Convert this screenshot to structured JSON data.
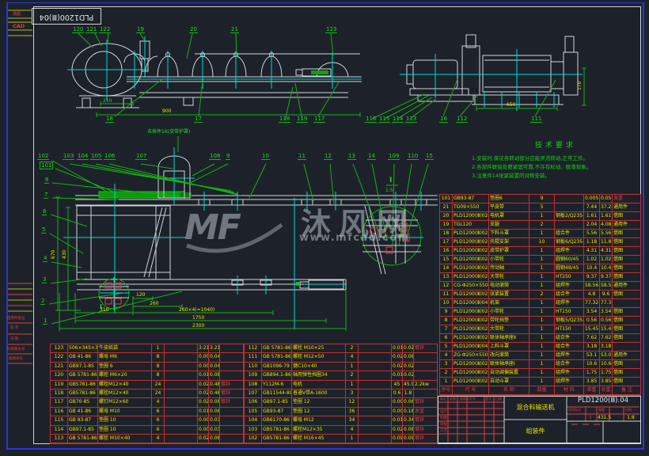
{
  "frame": {
    "title_top": "PLD1200(Ⅲ)04",
    "strip_top_1": "描图",
    "strip_top_2": "CAD",
    "strip_labels": [
      "借用件登记",
      "签 字",
      "日 期",
      "旧底图总号",
      "底图总号"
    ]
  },
  "watermark": {
    "logo": "MF",
    "brand": "沐风网",
    "url": "www.mfcad.com"
  },
  "notes": {
    "top_note": "去掉件16(皮带护罩)"
  },
  "tech": {
    "title": "技术要求",
    "items": [
      "1.安装时,保证各转动部分应能灵活转动,正常工作。",
      "2.各部件联接处要紧固可靠,不许有松动、脱落现象。",
      "3.注意件14张紧装置的对称安装。"
    ]
  },
  "detail": {
    "label": "I",
    "scale": "1:5",
    "source_label": "I"
  },
  "callouts": {
    "top_view": [
      "120",
      "121",
      "122",
      "19",
      "20",
      "21",
      "123",
      "18",
      "17",
      "118",
      "119",
      "117"
    ],
    "right_view": [
      "116",
      "115",
      "114",
      "113",
      "16",
      "112",
      "111"
    ],
    "main_top": [
      "102",
      "101",
      "103",
      "104",
      "105",
      "106",
      "107",
      "108",
      "9",
      "10",
      "11",
      "12",
      "13",
      "14",
      "109",
      "110",
      "15"
    ],
    "main_left": [
      "8",
      "7",
      "6",
      "5",
      "4",
      "3",
      "2",
      "1"
    ]
  },
  "dims": {
    "top_view": {
      "d210": "210",
      "d900": "900"
    },
    "right_view": {
      "d650": "650",
      "d170": "170"
    },
    "main": {
      "v670": "670",
      "v430": "430",
      "d120": "120",
      "d260": "260",
      "d310": "310",
      "d1040": "260×4(=1040)",
      "d1750": "1750",
      "d2300": "2300"
    }
  },
  "bom": {
    "header_rows": [
      [
        "序号",
        "代 号",
        "名 称",
        "数量",
        "材 料",
        "单重",
        "总重",
        "备 注"
      ]
    ],
    "right_rows": [
      [
        "101",
        "GB93-87",
        "垫圈6",
        "9",
        "",
        "0.005",
        "0.05",
        "发蓝",
        "r"
      ],
      [
        "21",
        "TG09×550",
        "平皮带",
        "5",
        "",
        "7.44",
        "37.2",
        "通用件"
      ],
      [
        "20",
        "PLD1200(Ⅲ)02-7",
        "电机罩",
        "1",
        "钢板2/Q235-A",
        "1.61",
        "1.61",
        "借图"
      ],
      [
        "19",
        "TGL120",
        "支腿",
        "2",
        "",
        "2.04",
        "4.08",
        "通用件"
      ],
      [
        "18",
        "PLD1200(Ⅲ)02.09",
        "下料斗罩",
        "1",
        "组合件",
        "5.56",
        "5.56",
        "借图"
      ],
      [
        "17",
        "PLD1200(Ⅲ)02-8",
        "托辊支架",
        "10",
        "钢板6/Q235-A",
        "1.18",
        "11.8",
        "借图"
      ],
      [
        "16",
        "PLD1200(Ⅲ)02.07",
        "皮带护罩",
        "1",
        "组焊件",
        "4.31",
        "4.31",
        "借图"
      ],
      [
        "15",
        "PLD1200(Ⅲ)02-3",
        "小带轮",
        "1",
        "圆钢60/45",
        "1.02",
        "1.02",
        "借图"
      ],
      [
        "14",
        "PLD1200(Ⅲ)02-1",
        "传动轴",
        "1",
        "圆钢48/45",
        "10.4",
        "10.4",
        "借图"
      ],
      [
        "13",
        "PLD1200(Ⅲ)02-2",
        "大带轮",
        "1",
        "HT250",
        "9.37",
        "9.37",
        "借图"
      ],
      [
        "12",
        "CG-Φ250×550",
        "电动滚筒",
        "1",
        "组焊件",
        "58.56",
        "58.56",
        "通用件"
      ],
      [
        "11",
        "PLD1200(Ⅲ)02.04",
        "张紧装置",
        "2",
        "组合件",
        "4.8",
        "9.6",
        "借图"
      ],
      [
        "10",
        "PLD1200(Ⅲ)04.02",
        "机架",
        "1",
        "组焊件",
        "77.32",
        "77.32",
        ""
      ],
      [
        "9",
        "PLD1200(Ⅲ)02-6",
        "小带轮",
        "1",
        "HT150",
        "3.54",
        "3.54",
        "借图"
      ],
      [
        "8",
        "PLD1200(Ⅲ)02-5",
        "带轮挡垫",
        "1",
        "钢板5/Q235-A",
        "0.56",
        "0.56",
        "借图"
      ],
      [
        "7",
        "PLD1200(Ⅲ)02-4",
        "大带轮",
        "1",
        "HT150",
        "15.45",
        "15.45",
        "借图"
      ],
      [
        "6",
        "PLD1200(Ⅲ)02.05",
        "联体轴承座Ⅱ",
        "1",
        "组合件",
        "7.62",
        "7.62",
        "借图"
      ],
      [
        "5",
        "PLD1200(Ⅲ)04.01",
        "上料斗罩",
        "1",
        "组合件",
        "3.18",
        "3.18",
        ""
      ],
      [
        "4",
        "ZG-Φ250×550",
        "改向滚筒",
        "1",
        "组焊件",
        "53.1",
        "53.0",
        "通用件"
      ],
      [
        "3",
        "PLD1200(Ⅲ)02.01",
        "联体轴承座Ⅰ",
        "1",
        "组合件",
        "10.6",
        "10.60",
        "借图"
      ],
      [
        "2",
        "PLD1200(Ⅲ)02.06",
        "自动调偏装置",
        "1",
        "组焊件",
        "1.75",
        "1.75",
        "借图"
      ],
      [
        "1",
        "PLD1200(Ⅲ)02.02",
        "自动斗罩",
        "1",
        "组焊件",
        "3.85",
        "3.85",
        "借图"
      ]
    ],
    "bottom_left_rows": [
      [
        "123",
        "506×345×300",
        "牛皮纸袋",
        "1",
        "",
        "3.21",
        "3.21",
        ""
      ],
      [
        "122",
        "GB 41-86",
        "螺母 M6",
        "8",
        "",
        "0.005",
        "0.04",
        ""
      ],
      [
        "121",
        "GB97.1-85",
        "垫圈 6",
        "8",
        "",
        "0.005",
        "0.04",
        ""
      ],
      [
        "120",
        "GB 5781-86",
        "螺栓 M6×20",
        "8",
        "",
        "0.01",
        "0.08",
        ""
      ],
      [
        "119",
        "GB5781-86",
        "螺栓M12×40",
        "24",
        "",
        "0.02",
        "0.48",
        "镀锌",
        "r"
      ],
      [
        "118",
        "GB5781-86",
        "螺栓M12×40",
        "24",
        "",
        "0.02",
        "0.48",
        "镀锌",
        "r"
      ],
      [
        "117",
        "GB70-85",
        "螺钉M12×60",
        "4",
        "",
        "0.02",
        "0.08",
        "镀锌",
        "r"
      ],
      [
        "116",
        "GB 41-86",
        "螺母 M10",
        "6",
        "",
        "0.01",
        "0.06",
        ""
      ],
      [
        "115",
        "GB 93-87",
        "垫圈 10",
        "6",
        "",
        "0.005",
        "0.03",
        ""
      ],
      [
        "114",
        "GB97.1-85",
        "垫圈 10",
        "6",
        "",
        "0.005",
        "0.03",
        ""
      ],
      [
        "113",
        "GB 5781-86",
        "螺栓 M10×40",
        "4",
        "",
        "0.02",
        "0.08",
        ""
      ]
    ],
    "bottom_right_rows": [
      [
        "112",
        "GB 5781-86",
        "螺栓 M10×25",
        "2",
        "",
        "0.01",
        "0.02",
        "镀锌",
        "r"
      ],
      [
        "111",
        "GB 5781-86",
        "螺栓 M12×50",
        "4",
        "",
        "0.02",
        "0.08",
        ""
      ],
      [
        "110",
        "GB1096-79",
        "键C10×40",
        "1",
        "",
        "0.02",
        "0.02",
        ""
      ],
      [
        "109",
        "GB894.1-86",
        "轴用弹性挡圈34",
        "2",
        "",
        "0.01",
        "0.02",
        ""
      ],
      [
        "108",
        "Y112M-6",
        "电机",
        "1",
        "",
        "45",
        "45.0",
        "2.2kw"
      ],
      [
        "107",
        "GB11544-89",
        "普通V带A-1600",
        "3",
        "",
        "0.6",
        "1.8",
        ""
      ],
      [
        "106",
        "GB97.1-85",
        "垫圈 12",
        "12",
        "",
        "0.005",
        "0.06",
        "镀锌",
        "r"
      ],
      [
        "105",
        "GB93-87",
        "垫圈 12",
        "36",
        "",
        "0.005",
        "0.18",
        "发蓝",
        "r"
      ],
      [
        "104",
        "GB6170-86",
        "螺母 M12",
        "34",
        "",
        "0.01",
        "0.34",
        "镀锌",
        "r"
      ],
      [
        "103",
        "GB5781-86",
        "螺栓M12×35",
        "4",
        "",
        "0.02",
        "0.08",
        "镀锌",
        "r"
      ],
      [
        "102",
        "GB5781-86",
        "螺栓 M16×45",
        "1",
        "",
        "0.09",
        "0.09",
        "镀锌",
        "r"
      ]
    ]
  },
  "title_block": {
    "product": "混合料输送机",
    "part_type": "组装件",
    "code": "PLD1200(Ⅲ).04",
    "qty": "1",
    "weight": "431.5",
    "scale": "1:8",
    "sig_headers": [
      "标记",
      "处数",
      "更改文件号",
      "签字",
      "日期"
    ],
    "sig_rows": [
      "设计",
      "制图",
      "审核",
      "工艺"
    ],
    "small_headers": [
      "阶段标记",
      "重量",
      "比例"
    ]
  }
}
